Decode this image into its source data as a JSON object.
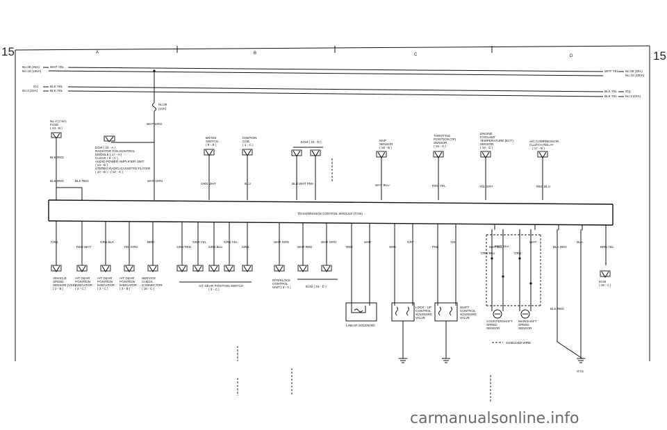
{
  "page_number": "15",
  "zones": [
    "A",
    "B",
    "C",
    "D"
  ],
  "power_left": [
    {
      "fuse": "No 38 (20A)",
      "wire": "WHT YEL"
    },
    {
      "fuse": "No 15 (100A)",
      "wire": ""
    },
    {
      "fuse": "IG1",
      "wire": "BLK YEL"
    },
    {
      "fuse": "No 2 (15A)",
      "wire": "BLK YEL"
    }
  ],
  "power_right": [
    {
      "wire": "WHT YEL",
      "fuse": "No 38 (20A)"
    },
    {
      "wire": "",
      "fuse": "No 15 (100A)"
    },
    {
      "wire": "BLK YEL",
      "fuse": "IG1"
    },
    {
      "wire": "BLK YEL",
      "fuse": "No 2 (15A)"
    }
  ],
  "fuse39": {
    "line1": "No.39",
    "line2": "(10A)",
    "wire": "WHT GRN"
  },
  "fuse4": {
    "line1": "No 4 (7.5A)",
    "line2": "FUSE",
    "line3": "( 13 - B )",
    "wire_top": "BLK RED"
  },
  "ecm_note": [
    "ECM  ( 16 - A )",
    "RADIATOR FAN CONTROL",
    "MODULE  ( 17 - A )",
    "CLOCK ( 8 - C )",
    "AUDIO POWER AMPLIFIER UNIT",
    "( 13 - B )",
    "STEREO RADIO CASSETTE PLAYER",
    "( 10 - B ) - ( 10 - C )"
  ],
  "top_components": [
    {
      "label": [
        "BRAKE",
        "SWITCH",
        "( 8 - B )"
      ],
      "wire": "GRN WHT"
    },
    {
      "label": [
        "IGNITION",
        "COIL",
        "( 1 - C )"
      ],
      "wire": "BLU"
    },
    {
      "label": [
        "ECM  ( 16 - D )"
      ],
      "wire": "BLU WHT    PNK"
    },
    {
      "label": [
        "MAP",
        "SENSOR",
        "( 16 - B )"
      ],
      "wire": "WHT BLU"
    },
    {
      "label": [
        "THROTTLE",
        "POSITION (TP)",
        "SENSOR",
        "( 16 - C )"
      ],
      "wire": "RED YEL"
    },
    {
      "label": [
        "ENGINE",
        "COOLANT",
        "TEMPERATURE (ECT)",
        "SENSOR",
        "( 16 - C )"
      ],
      "wire": "YEL GRY"
    },
    {
      "label": [
        "A/C COMPRESSOR",
        "CLUTCH RELAY",
        "( 17 - B )"
      ],
      "wire": "RED BLU"
    }
  ],
  "tcm_bar_wires": [
    "BLK RED",
    "BLK RED",
    "WHT GRN"
  ],
  "tcm_label": "TRANSMISSION CONTROL MODULE (TCM)",
  "bottom_wires": [
    "GRN",
    "RED WHT",
    "GRN BLK",
    "YEL GRN",
    "BRN",
    "GRN RED",
    "GRN YEL",
    "GRN BLU",
    "GRN YEL",
    "GRN",
    "WHT GRN",
    "WHT RED",
    "WHT GRN",
    "RED",
    "WHT",
    "SRN",
    "GRY",
    "PNK",
    "YEL",
    "WHT BLU",
    "WHT",
    "BLK RED",
    "BLK",
    "BRN YEL"
  ],
  "bottom_components": [
    [
      "VEHICLE",
      "SPEED",
      "SENSOR (VSS)",
      "( 2 - B )"
    ],
    [
      "A/T GEAR",
      "POSITION",
      "INDICATOR",
      "( 3 - C )"
    ],
    [
      "A/T GEAR",
      "POSITION",
      "INDICATOR",
      "( 3 - C )"
    ],
    [
      "A/T GEAR",
      "POSITION",
      "INDICATOR",
      "( 3 - B )"
    ],
    [
      "SERVICE",
      "CHECK",
      "CONNECTOR",
      "( 16 - C )"
    ]
  ],
  "switch_label": [
    "A/T GEAR POSITION SWITCH",
    "( 3 - C )"
  ],
  "interlock_label": [
    "INTERLOCK",
    "CONTROL",
    "UNIT  ( 3 - A )"
  ],
  "ecm_bottom": "ECM  ( 16 - D )",
  "linear_solenoid": "LINEAR SOLENOID",
  "lockup_label": [
    "LOCK - UP",
    "CONTROL",
    "SOLENOID",
    "VALVE"
  ],
  "shift_label": [
    "SHIFT",
    "CONTROL",
    "SOLENOID",
    "VALVE"
  ],
  "sensor_wires": [
    "WHT BLU",
    "GRN BLU",
    "GRN"
  ],
  "countershaft": [
    "COUNTERSHAFT",
    "SPEED",
    "SENSOR"
  ],
  "mainshaft": [
    "MAINSHAFT",
    "SPEED",
    "SENSOR"
  ],
  "shield_legend": "SHIELDED WIRE",
  "ecm_right": [
    "ECM",
    "( 15 - A )"
  ],
  "ground_wire": "BLK RED",
  "ground_label": "G-01",
  "watermark": "carmanualsonline.info"
}
